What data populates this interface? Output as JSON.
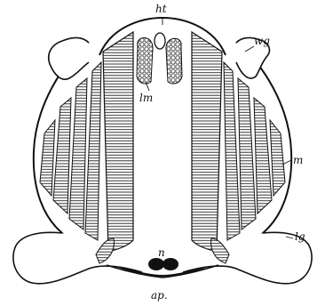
{
  "labels": {
    "ht": "ht",
    "wg": "wg",
    "lm": "lm",
    "m": "m",
    "lg": "lg",
    "n": "n",
    "ap": "ap."
  }
}
